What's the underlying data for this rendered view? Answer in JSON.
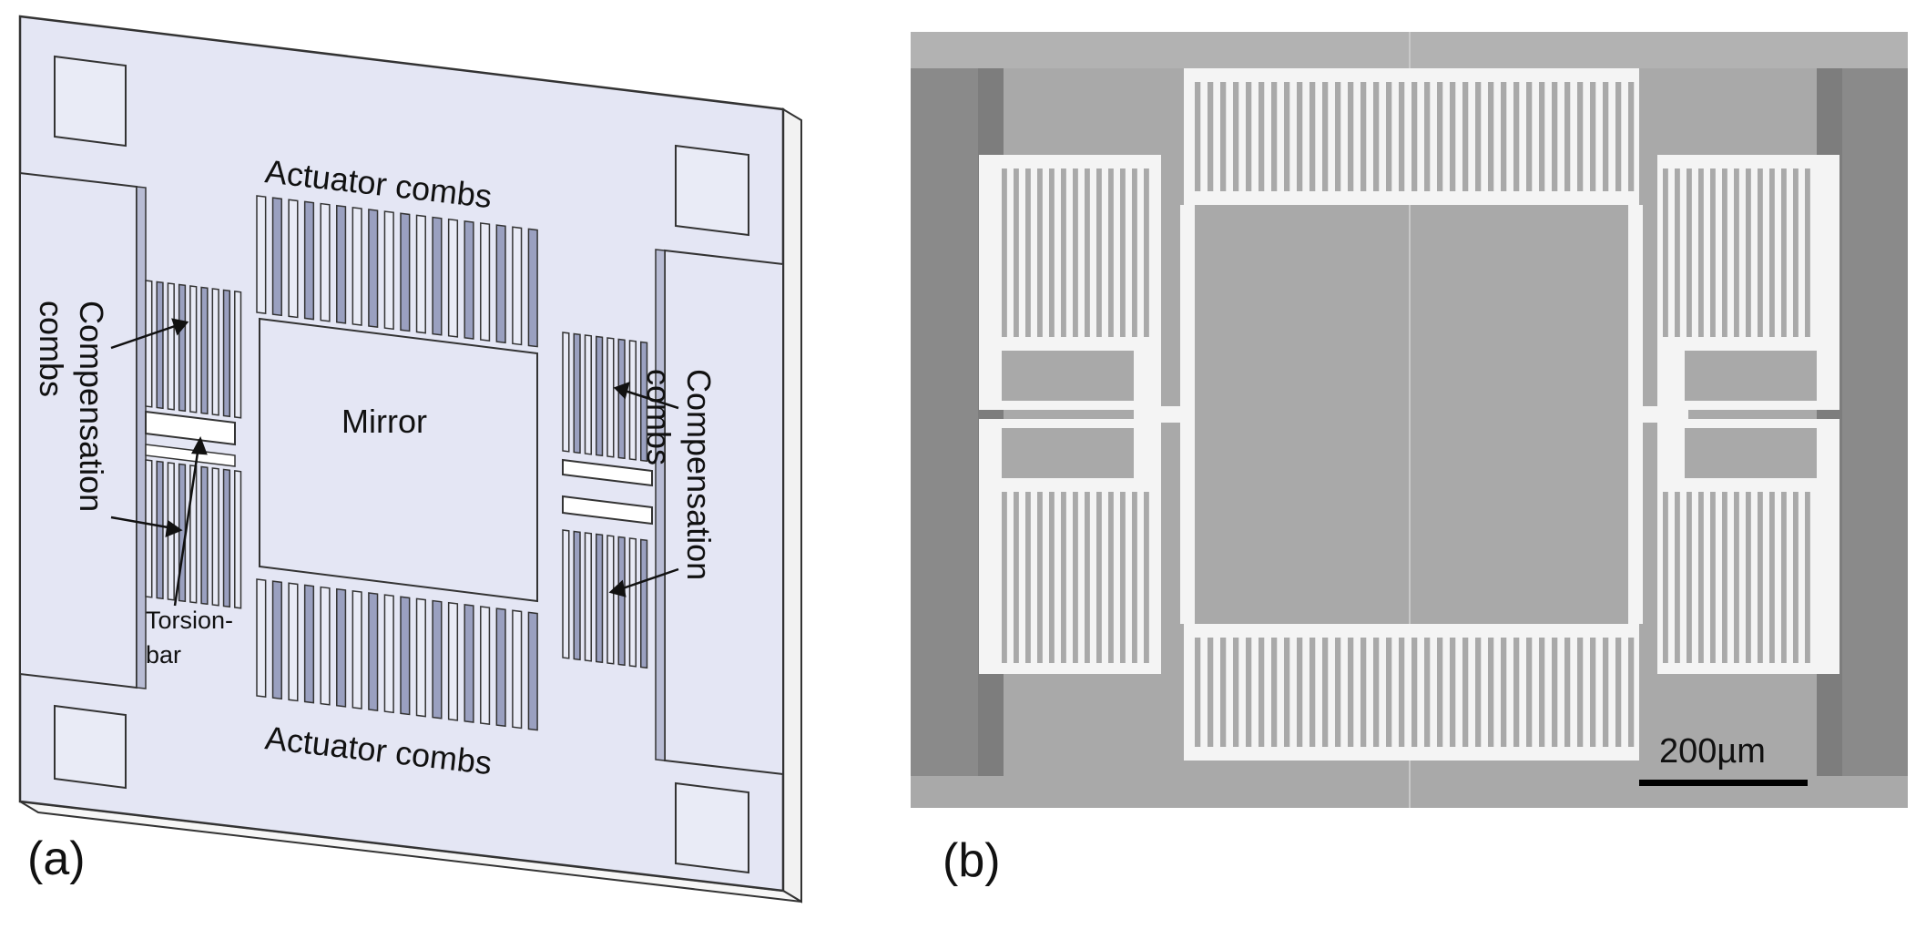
{
  "panel_a": {
    "label": "(a)",
    "labels": {
      "actuator_top": "Actuator combs",
      "actuator_bottom": "Actuator combs",
      "mirror": "Mirror",
      "comp_left_line1": "Compensation",
      "comp_left_line2": "combs",
      "comp_right_line1": "Compensation",
      "comp_right_line2": "combs",
      "torsion_line1": "Torsion-",
      "torsion_line2": "bar"
    }
  },
  "panel_b": {
    "label": "(b)",
    "scale_bar": "200µm"
  },
  "colors": {
    "device_face": "#e4e6f4",
    "device_side": "#f2f2f2",
    "comb_shadow": "#9aa0c0",
    "sem_background": "#a9a9a9",
    "sem_structure": "#f4f4f4",
    "sem_dark_strip": "#7d7d7d"
  }
}
